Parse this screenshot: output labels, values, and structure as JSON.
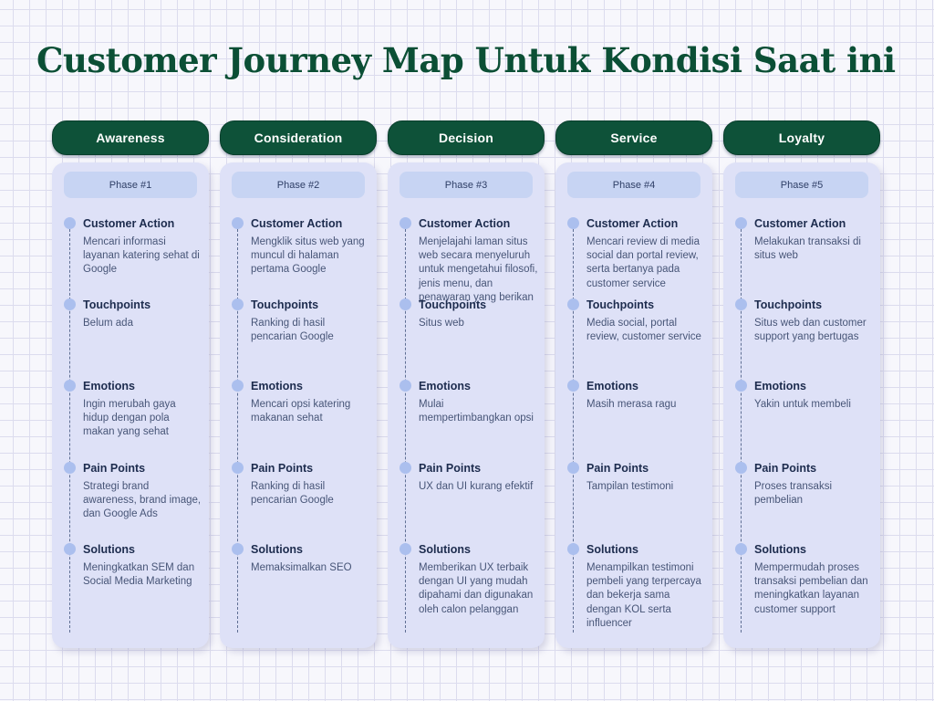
{
  "title": "Customer Journey Map Untuk Kondisi Saat ini",
  "colors": {
    "title_green": "#0b4f35",
    "stage_button_green": "#0e5239",
    "card_lavender": "#dee1f7",
    "phase_pill_blue": "#c7d4f3",
    "heading_navy": "#1d2c4e",
    "body_slate": "#475577",
    "dot_periwinkle": "#abbfee",
    "grid_line": "#dcdcee",
    "page_background": "#f7f7fc"
  },
  "columns": [
    {
      "stage": "Awareness",
      "phase": "Phase #1",
      "sections": [
        {
          "label": "Customer Action",
          "text": "Mencari informasi layanan katering sehat di Google"
        },
        {
          "label": "Touchpoints",
          "text": "Belum ada"
        },
        {
          "label": "Emotions",
          "text": "Ingin merubah gaya hidup dengan pola makan yang sehat"
        },
        {
          "label": "Pain Points",
          "text": "Strategi brand awareness, brand image, dan Google Ads"
        },
        {
          "label": "Solutions",
          "text": "Meningkatkan SEM dan Social Media Marketing"
        }
      ]
    },
    {
      "stage": "Consideration",
      "phase": "Phase #2",
      "sections": [
        {
          "label": "Customer Action",
          "text": "Mengklik situs web yang muncul di halaman pertama Google"
        },
        {
          "label": "Touchpoints",
          "text": "Ranking di hasil pencarian Google"
        },
        {
          "label": "Emotions",
          "text": "Mencari opsi katering makanan sehat"
        },
        {
          "label": "Pain Points",
          "text": "Ranking di hasil pencarian Google"
        },
        {
          "label": "Solutions",
          "text": "Memaksimalkan SEO"
        }
      ]
    },
    {
      "stage": "Decision",
      "phase": "Phase #3",
      "sections": [
        {
          "label": "Customer Action",
          "text": "Menjelajahi laman situs web secara menyeluruh untuk mengetahui filosofi, jenis menu, dan penawaran yang berikan"
        },
        {
          "label": "Touchpoints",
          "text": "Situs web"
        },
        {
          "label": "Emotions",
          "text": "Mulai mempertimbangkan opsi"
        },
        {
          "label": "Pain Points",
          "text": "UX dan UI kurang efektif"
        },
        {
          "label": "Solutions",
          "text": "Memberikan UX terbaik dengan UI yang mudah dipahami dan digunakan oleh calon pelanggan"
        }
      ]
    },
    {
      "stage": "Service",
      "phase": "Phase #4",
      "sections": [
        {
          "label": "Customer Action",
          "text": "Mencari review di media social dan portal review, serta bertanya pada customer service"
        },
        {
          "label": "Touchpoints",
          "text": "Media social, portal review, customer service"
        },
        {
          "label": "Emotions",
          "text": "Masih merasa ragu"
        },
        {
          "label": "Pain Points",
          "text": "Tampilan testimoni"
        },
        {
          "label": "Solutions",
          "text": "Menampilkan testimoni pembeli yang terpercaya dan bekerja sama dengan KOL serta influencer"
        }
      ]
    },
    {
      "stage": "Loyalty",
      "phase": "Phase #5",
      "sections": [
        {
          "label": "Customer Action",
          "text": "Melakukan transaksi di situs web"
        },
        {
          "label": "Touchpoints",
          "text": "Situs web dan customer support yang bertugas"
        },
        {
          "label": "Emotions",
          "text": "Yakin untuk membeli"
        },
        {
          "label": "Pain Points",
          "text": "Proses transaksi pembelian"
        },
        {
          "label": "Solutions",
          "text": "Mempermudah proses transaksi pembelian dan meningkatkan layanan customer support"
        }
      ]
    }
  ]
}
